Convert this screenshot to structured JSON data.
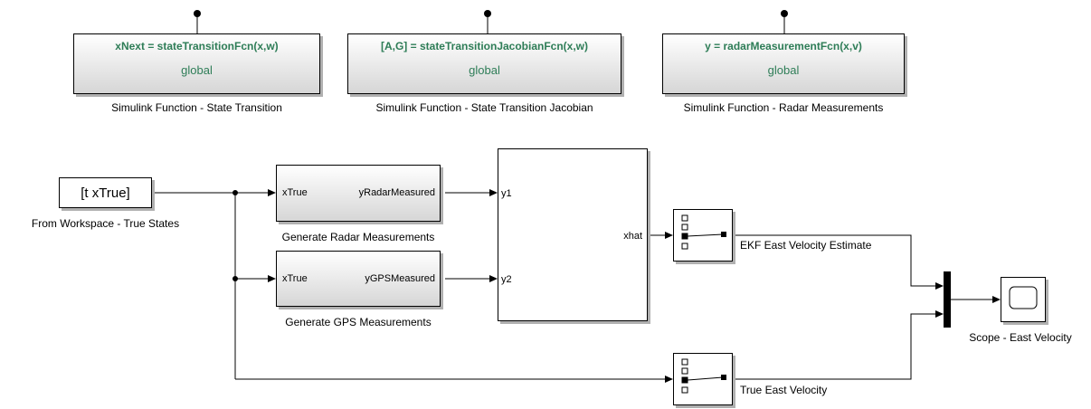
{
  "functions": [
    {
      "signature": "xNext = stateTransitionFcn(x,w)",
      "scope": "global",
      "caption": "Simulink Function - State Transition"
    },
    {
      "signature": "[A,G] = stateTransitionJacobianFcn(x,w)",
      "scope": "global",
      "caption": "Simulink Function - State Transition Jacobian"
    },
    {
      "signature": "y = radarMeasurementFcn(x,v)",
      "scope": "global",
      "caption": "Simulink Function - Radar Measurements"
    }
  ],
  "from_workspace": {
    "text": "[t xTrue]",
    "caption": "From Workspace - True States"
  },
  "radar": {
    "in_port": "xTrue",
    "out_port": "yRadarMeasured",
    "caption": "Generate Radar Measurements"
  },
  "gps": {
    "in_port": "xTrue",
    "out_port": "yGPSMeasured",
    "caption": "Generate GPS Measurements"
  },
  "ekf": {
    "in1": "y1",
    "in2": "y2",
    "out": "xhat"
  },
  "selector_ekf": {
    "caption": "EKF East Velocity Estimate"
  },
  "selector_true": {
    "caption": "True East Velocity"
  },
  "scope": {
    "caption": "Scope - East Velocity"
  }
}
